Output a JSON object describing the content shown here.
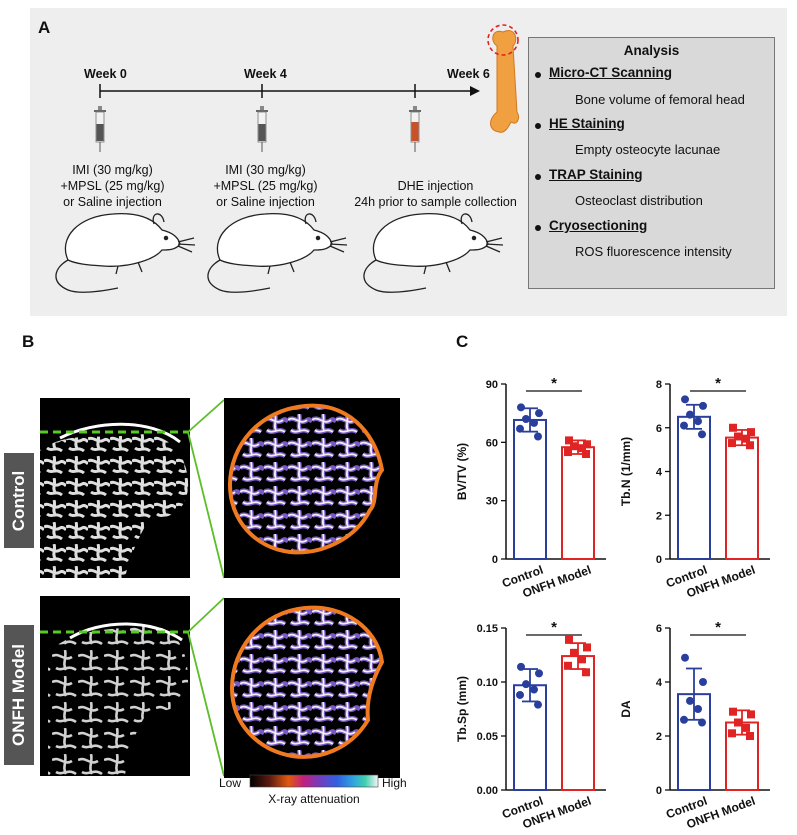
{
  "panels": {
    "a": "A",
    "b": "B",
    "c": "C"
  },
  "timeline": {
    "weeks": [
      "Week 0",
      "Week 4",
      "Week 6"
    ],
    "injections": [
      {
        "lines": [
          "IMI (30 mg/kg)",
          "+MPSL (25 mg/kg)",
          "or Saline injection"
        ]
      },
      {
        "lines": [
          "IMI (30 mg/kg)",
          "+MPSL (25 mg/kg)",
          "or Saline injection"
        ]
      },
      {
        "lines": [
          "DHE injection",
          "24h prior to sample collection"
        ]
      }
    ]
  },
  "analysis": {
    "title": "Analysis",
    "items": [
      {
        "name": "Micro-CT Scanning",
        "desc": "Bone volume of femoral head"
      },
      {
        "name": "HE Staining",
        "desc": "Empty osteocyte lacunae"
      },
      {
        "name": "TRAP Staining",
        "desc": "Osteoclast distribution"
      },
      {
        "name": "Cryosectioning",
        "desc": "ROS fluorescence intensity"
      }
    ]
  },
  "panelB": {
    "row_labels": [
      "Control",
      "ONFH Model"
    ],
    "colorbar": {
      "low": "Low",
      "high": "High",
      "label": "X-ray attenuation"
    }
  },
  "colors": {
    "control": "#2a3f9c",
    "model": "#e02424",
    "dashed_line": "#55cc22",
    "zoom_line": "#5bbf2a"
  },
  "chart_data": [
    {
      "type": "bar",
      "ylabel": "BV/TV (%)",
      "categories": [
        "Control",
        "ONFH Model"
      ],
      "values": [
        71.5,
        57.5
      ],
      "errors": [
        6,
        3.5
      ],
      "points": [
        [
          78,
          75,
          72,
          70,
          67,
          63
        ],
        [
          61,
          59,
          58,
          57,
          55,
          54
        ]
      ],
      "ylim": [
        0,
        90
      ],
      "yticks": [
        0,
        30,
        60,
        90
      ],
      "significance": "*"
    },
    {
      "type": "bar",
      "ylabel": "Tb.N (1/mm)",
      "categories": [
        "Control",
        "ONFH Model"
      ],
      "values": [
        6.5,
        5.55
      ],
      "errors": [
        0.55,
        0.35
      ],
      "points": [
        [
          7.3,
          7.0,
          6.6,
          6.3,
          6.1,
          5.7
        ],
        [
          6.0,
          5.8,
          5.6,
          5.5,
          5.3,
          5.2
        ]
      ],
      "ylim": [
        0,
        8
      ],
      "yticks": [
        0,
        2,
        4,
        6,
        8
      ],
      "significance": "*"
    },
    {
      "type": "bar",
      "ylabel": "Tb.Sp (mm)",
      "categories": [
        "Control",
        "ONFH Model"
      ],
      "values": [
        0.097,
        0.124
      ],
      "errors": [
        0.015,
        0.012
      ],
      "points": [
        [
          0.114,
          0.108,
          0.098,
          0.093,
          0.088,
          0.079
        ],
        [
          0.139,
          0.132,
          0.127,
          0.121,
          0.115,
          0.109
        ]
      ],
      "ylim": [
        0,
        0.15
      ],
      "yticks": [
        0,
        0.05,
        0.1,
        0.15
      ],
      "yticklabels": [
        "0.00",
        "0.05",
        "0.10",
        "0.15"
      ],
      "significance": "*"
    },
    {
      "type": "bar",
      "ylabel": "DA",
      "categories": [
        "Control",
        "ONFH Model"
      ],
      "values": [
        3.55,
        2.5
      ],
      "errors": [
        0.95,
        0.45
      ],
      "points": [
        [
          4.9,
          4.0,
          3.3,
          3.0,
          2.6,
          2.5
        ],
        [
          2.9,
          2.8,
          2.5,
          2.3,
          2.1,
          2.0
        ]
      ],
      "ylim": [
        0,
        6
      ],
      "yticks": [
        0,
        2,
        4,
        6
      ],
      "significance": "*"
    }
  ]
}
